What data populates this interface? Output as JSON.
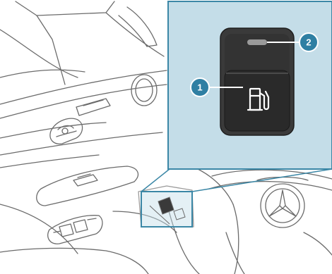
{
  "colors": {
    "line_art": "#6b6b6b",
    "detail_panel_bg": "#c4dde8",
    "highlight_box": "#3b87a6",
    "button_body": "#3a3a3a",
    "button_face": "#2a2a2a",
    "indicator_light": "#9a9a9a",
    "callout_fill": "#2f7fa3",
    "callout_stroke": "#ffffff"
  },
  "callouts": [
    {
      "label": "1",
      "target": "fuel-filler-flap-button"
    },
    {
      "label": "2",
      "target": "indicator-lamp"
    }
  ],
  "icons": {
    "button_symbol": "fuel-pump-icon",
    "brand_emblem": "three-pointed-star-icon"
  }
}
